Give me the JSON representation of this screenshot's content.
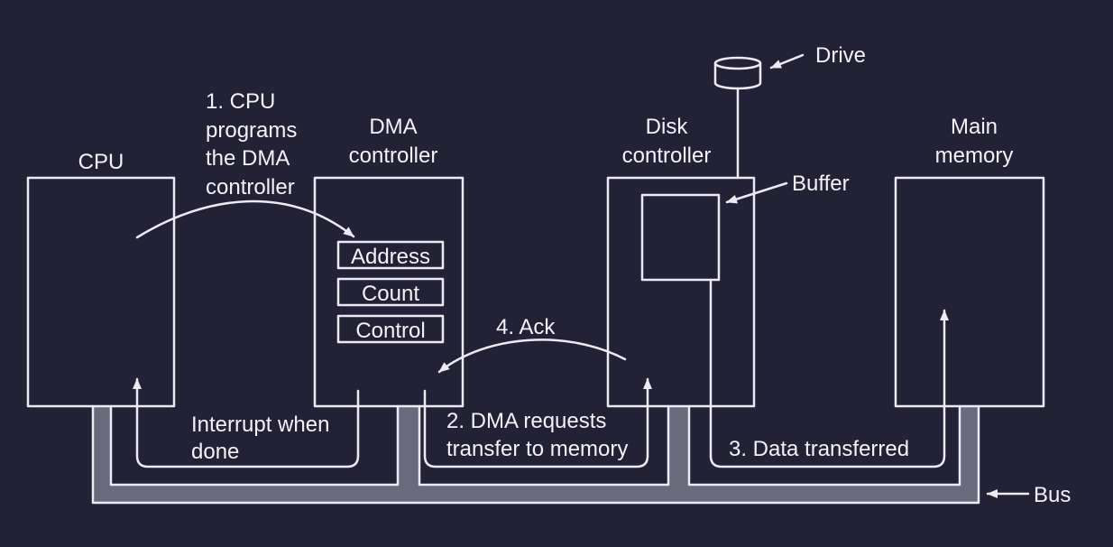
{
  "components": {
    "cpu": {
      "label": "CPU"
    },
    "dma": {
      "label_line1": "DMA",
      "label_line2": "controller",
      "registers": [
        "Address",
        "Count",
        "Control"
      ]
    },
    "disk": {
      "label_line1": "Disk",
      "label_line2": "controller"
    },
    "memory": {
      "label_line1": "Main",
      "label_line2": "memory"
    },
    "drive": {
      "label": "Drive"
    },
    "buffer": {
      "label": "Buffer"
    },
    "bus": {
      "label": "Bus"
    }
  },
  "steps": {
    "step1": [
      "1. CPU",
      "programs",
      "the DMA",
      "controller"
    ],
    "step2": [
      "2. DMA requests",
      "transfer to memory"
    ],
    "step3": "3. Data transferred",
    "step4": "4. Ack",
    "interrupt": [
      "Interrupt when",
      "done"
    ]
  },
  "colors": {
    "background": "#232136",
    "line": "#ecebf4",
    "bus": "#6a6a7d"
  }
}
